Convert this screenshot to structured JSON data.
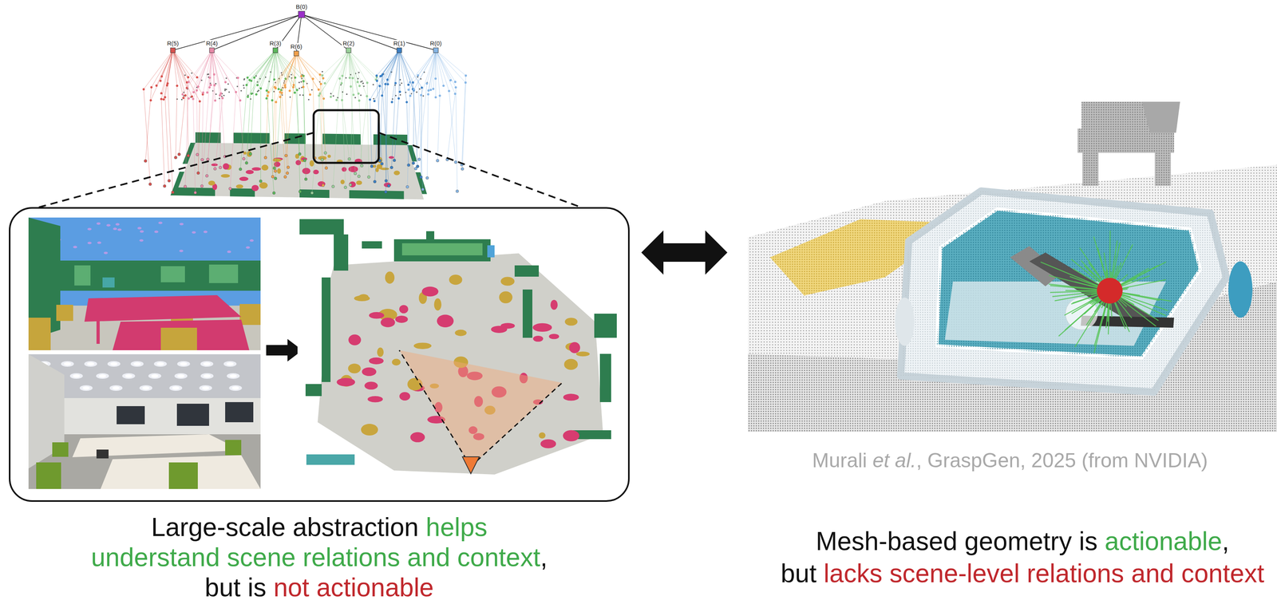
{
  "diagram": {
    "labels": [
      "B(0)",
      "R(5)",
      "R(4)",
      "R(3)",
      "R(6)",
      "R(2)",
      "R(1)",
      "R(0)",
      "Large-scale abstraction",
      "helps",
      "understand scene relations and context",
      ",",
      "but is",
      "not actionable",
      "Murali",
      "et al.",
      ", GraspGen, 2025 (from NVIDIA)",
      "Mesh-based geometry is",
      "actionable",
      ",",
      "but",
      "lacks scene-level relations and context"
    ]
  }
}
